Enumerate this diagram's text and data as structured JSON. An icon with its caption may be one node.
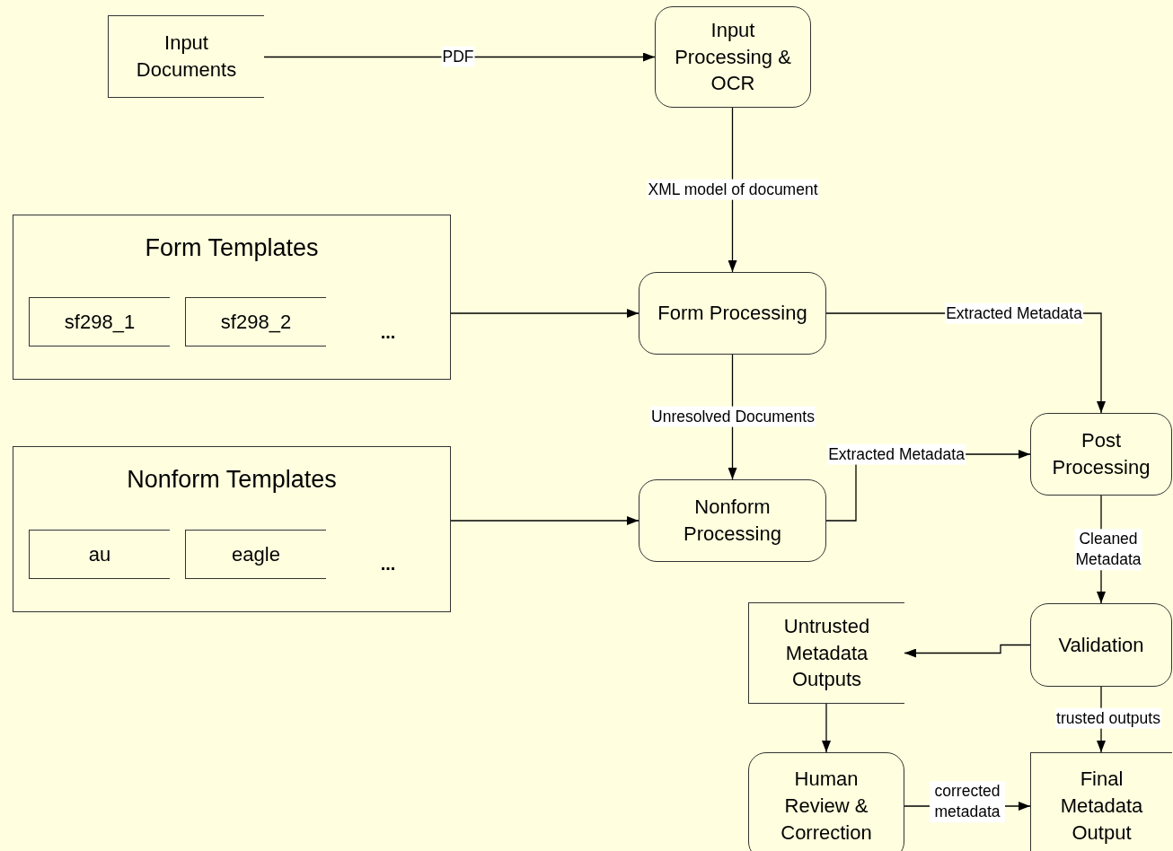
{
  "diagram": {
    "nodes": [
      {
        "text": [
          "Input Documents"
        ]
      },
      {
        "text": [
          "Input Processing & OCR"
        ]
      },
      {
        "text": [
          "Form Templates"
        ]
      },
      {
        "text": [
          "sf298_1"
        ],
        "in": 2
      },
      {
        "text": [
          "sf298_2"
        ],
        "in": 2
      },
      {
        "text": [
          "Form Processing"
        ]
      },
      {
        "text": [
          "Nonform Templates"
        ]
      },
      {
        "text": [
          "au"
        ],
        "in": 6
      },
      {
        "text": [
          "eagle"
        ],
        "in": 6
      },
      {
        "text": [
          "Nonform Processing"
        ]
      },
      {
        "text": [
          "Post Processing"
        ]
      },
      {
        "text": [
          "Validation"
        ]
      },
      {
        "text": [
          "Untrusted Metadata Outputs"
        ]
      },
      {
        "text": [
          "Human Review & Correction"
        ]
      },
      {
        "text": [
          "Final Metadata Output"
        ]
      }
    ],
    "edges": [
      {
        "from": 0,
        "to": 1,
        "arrow": "to",
        "label": "PDF"
      },
      {
        "from": 1,
        "to": 5,
        "arrow": "to",
        "label": "XML model of document"
      },
      {
        "from": 2,
        "to": 5,
        "arrow": "to"
      },
      {
        "from": 5,
        "to": 10,
        "arrow": "to",
        "label": "Extracted Metadata"
      },
      {
        "from": 5,
        "to": 9,
        "arrow": "to",
        "label": "Unresolved Documents"
      },
      {
        "from": 6,
        "to": 9,
        "arrow": "to"
      },
      {
        "from": 9,
        "to": 10,
        "arrow": "to",
        "label": "Extracted Metadata"
      },
      {
        "from": 10,
        "to": 11,
        "arrow": "to",
        "label": "Cleaned Metadata"
      },
      {
        "from": 11,
        "to": 12,
        "arrow": "to"
      },
      {
        "from": 12,
        "to": 13,
        "arrow": "to"
      },
      {
        "from": 11,
        "to": 14,
        "arrow": "to",
        "label": "trusted outputs"
      },
      {
        "from": 13,
        "to": 14,
        "arrow": "to",
        "label": "corrected metadata"
      }
    ],
    "labels": [
      "...",
      "..."
    ]
  }
}
